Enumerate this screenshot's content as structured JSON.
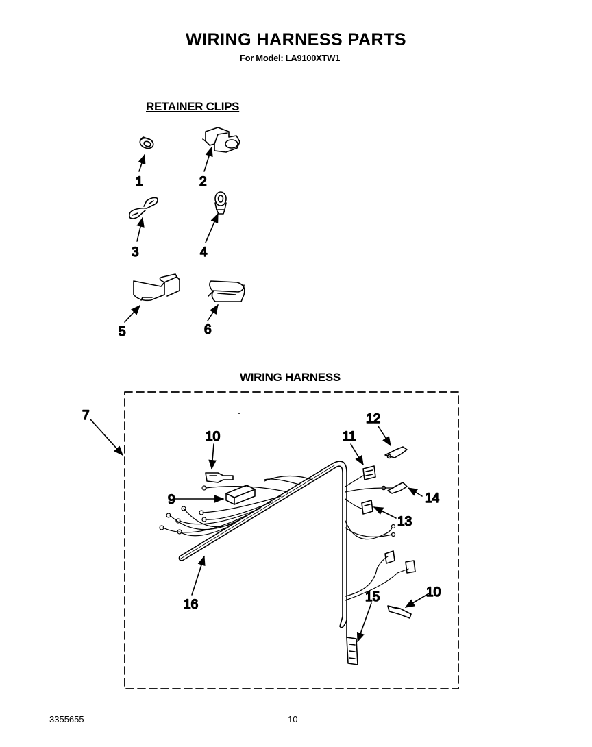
{
  "header": {
    "title": "WIRING HARNESS PARTS",
    "subtitle": "For Model: LA9100XTW1"
  },
  "sections": {
    "retainer_clips": "RETAINER CLIPS",
    "wiring_harness": "WIRING HARNESS"
  },
  "callouts": {
    "c1": "1",
    "c2": "2",
    "c3": "3",
    "c4": "4",
    "c5": "5",
    "c6": "6",
    "c7": "7",
    "c9": "9",
    "c10a": "10",
    "c10b": "10",
    "c11": "11",
    "c12": "12",
    "c13": "13",
    "c14": "14",
    "c15": "15",
    "c16": "16"
  },
  "footer": {
    "doc_number": "3355655",
    "page_number": "10"
  }
}
